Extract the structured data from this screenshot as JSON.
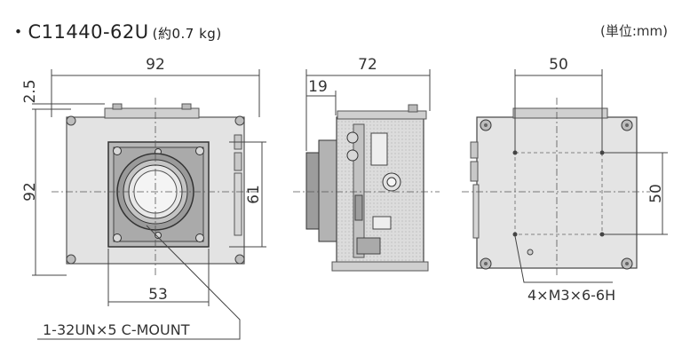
{
  "title": {
    "model": "・C11440-62U",
    "weight": "(約0.7 kg)"
  },
  "unit_label": "(単位:mm)",
  "front_view": {
    "width_dim": "92",
    "height_dim": "92",
    "top_offset_dim": "2.5",
    "mount_inner_dim": "61",
    "bottom_dim": "53",
    "mount_label": "1-32UN×5 C-MOUNT"
  },
  "side_view": {
    "depth_dim": "72",
    "offset_dim": "19"
  },
  "back_view": {
    "width_dim": "50",
    "height_dim": "50",
    "screw_label": "4×M3×6-6H"
  }
}
